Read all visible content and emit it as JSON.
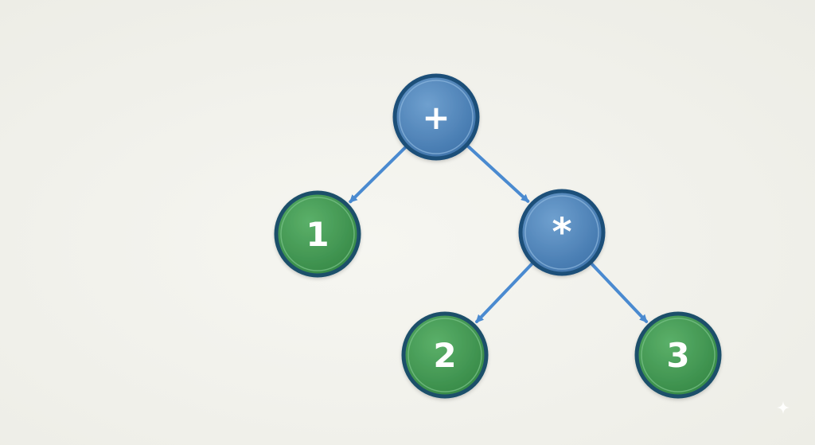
{
  "diagram": {
    "nodes": [
      {
        "id": "plus",
        "label": "+",
        "kind": "operator"
      },
      {
        "id": "one",
        "label": "1",
        "kind": "operand"
      },
      {
        "id": "times",
        "label": "*",
        "kind": "operator"
      },
      {
        "id": "two",
        "label": "2",
        "kind": "operand"
      },
      {
        "id": "three",
        "label": "3",
        "kind": "operand"
      }
    ],
    "edges": [
      {
        "from": "plus",
        "to": "one"
      },
      {
        "from": "plus",
        "to": "times"
      },
      {
        "from": "times",
        "to": "two"
      },
      {
        "from": "times",
        "to": "three"
      }
    ]
  },
  "colors": {
    "operator_fill": "#4a7fb5",
    "operator_border": "#1f4f79",
    "operand_fill": "#3f9450",
    "operand_border": "#1c4f6b",
    "edge": "#4a8ad0",
    "background": "#f1f1ec"
  },
  "icons": {
    "corner": "sparkle-icon"
  }
}
